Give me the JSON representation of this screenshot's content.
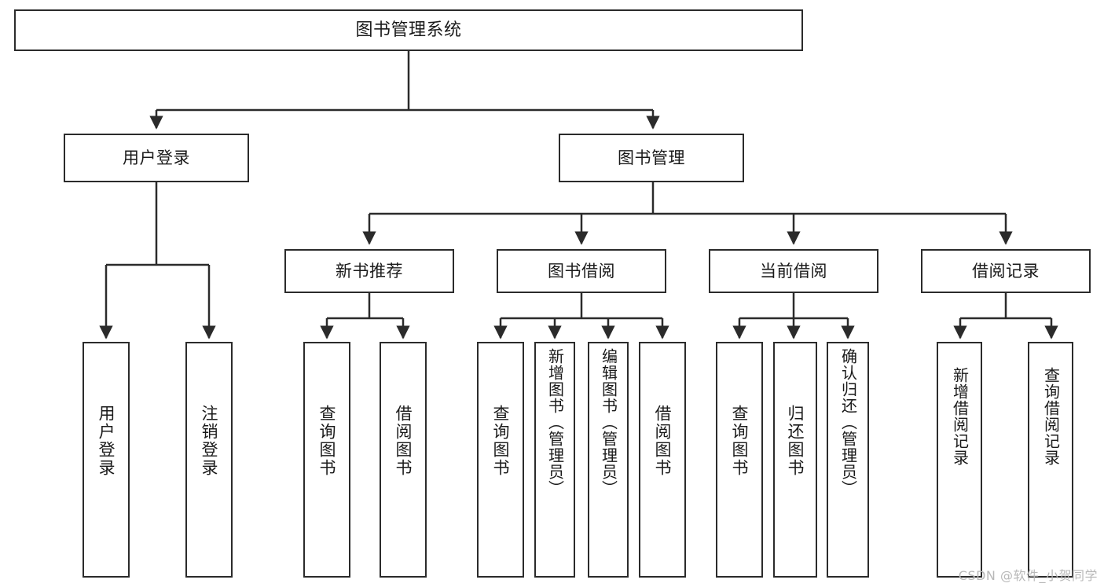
{
  "diagram": {
    "type": "tree-hierarchy-chart",
    "title": "图书管理系统",
    "stroke_color": "#2b2b2b",
    "background_color": "#ffffff",
    "text_color": "#1a1a1a",
    "levels": {
      "root": {
        "label": "图书管理系统"
      },
      "level2": [
        {
          "label": "用户登录"
        },
        {
          "label": "图书管理"
        }
      ],
      "level3": [
        {
          "label": "新书推荐"
        },
        {
          "label": "图书借阅"
        },
        {
          "label": "当前借阅"
        },
        {
          "label": "借阅记录"
        }
      ],
      "leaves": {
        "user_login": [
          {
            "label": "用户登录"
          },
          {
            "label": "注销登录"
          }
        ],
        "new_book_recommend": [
          {
            "label": "查询图书"
          },
          {
            "label": "借阅图书"
          }
        ],
        "book_borrow": [
          {
            "label": "查询图书"
          },
          {
            "label": "新增图书（管理员）"
          },
          {
            "label": "编辑图书（管理员）"
          },
          {
            "label": "借阅图书"
          }
        ],
        "current_borrow": [
          {
            "label": "查询图书"
          },
          {
            "label": "归还图书"
          },
          {
            "label": "确认归还（管理员）"
          }
        ],
        "borrow_record": [
          {
            "label": "新增借阅记录"
          },
          {
            "label": "查询借阅记录"
          }
        ]
      }
    }
  },
  "watermark": {
    "text": "CSDN @软件_小贺同学"
  }
}
